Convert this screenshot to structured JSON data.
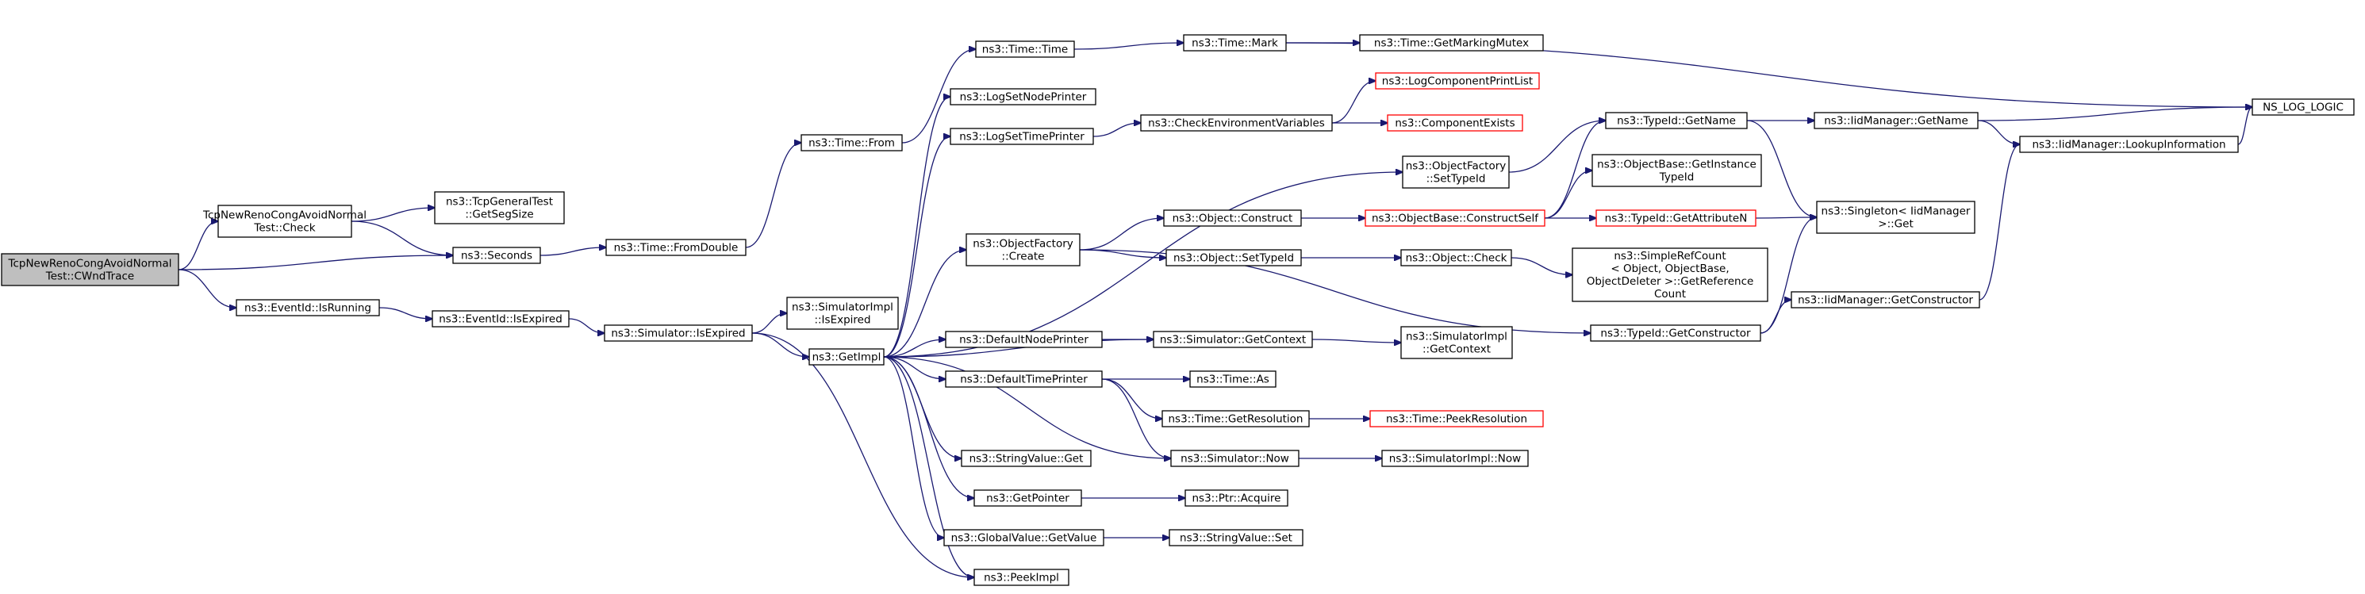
{
  "colors": {
    "edge": "#191970",
    "node_border": "#000000",
    "missing_doc_border": "#ff0000",
    "root_fill": "#bfbfbf"
  },
  "nodes": [
    {
      "id": "root",
      "lines": [
        "TcpNewRenoCongAvoidNormal",
        "Test::CWndTrace"
      ],
      "root": true
    },
    {
      "id": "check",
      "lines": [
        "TcpNewRenoCongAvoidNormal",
        "Test::Check"
      ]
    },
    {
      "id": "getsegsize",
      "lines": [
        "ns3::TcpGeneralTest",
        "::GetSegSize"
      ]
    },
    {
      "id": "seconds",
      "lines": [
        "ns3::Seconds"
      ]
    },
    {
      "id": "isrunning",
      "lines": [
        "ns3::EventId::IsRunning"
      ]
    },
    {
      "id": "fromdouble",
      "lines": [
        "ns3::Time::FromDouble"
      ]
    },
    {
      "id": "eventid_isexpired",
      "lines": [
        "ns3::EventId::IsExpired"
      ]
    },
    {
      "id": "time_from",
      "lines": [
        "ns3::Time::From"
      ]
    },
    {
      "id": "sim_isexpired",
      "lines": [
        "ns3::Simulator::IsExpired"
      ]
    },
    {
      "id": "simimpl_isexpired",
      "lines": [
        "ns3::SimulatorImpl",
        "::IsExpired"
      ]
    },
    {
      "id": "getimpl",
      "lines": [
        "ns3::GetImpl"
      ]
    },
    {
      "id": "time_time",
      "lines": [
        "ns3::Time::Time"
      ]
    },
    {
      "id": "logsetnodeprinter",
      "lines": [
        "ns3::LogSetNodePrinter"
      ]
    },
    {
      "id": "logsettimeprinter",
      "lines": [
        "ns3::LogSetTimePrinter"
      ]
    },
    {
      "id": "of_create",
      "lines": [
        "ns3::ObjectFactory",
        "::Create"
      ]
    },
    {
      "id": "defaultnodeprinter",
      "lines": [
        "ns3::DefaultNodePrinter"
      ]
    },
    {
      "id": "defaulttimeprinter",
      "lines": [
        "ns3::DefaultTimePrinter"
      ]
    },
    {
      "id": "stringvalue_get",
      "lines": [
        "ns3::StringValue::Get"
      ]
    },
    {
      "id": "getpointer",
      "lines": [
        "ns3::GetPointer"
      ]
    },
    {
      "id": "globalvalue_getvalue",
      "lines": [
        "ns3::GlobalValue::GetValue"
      ]
    },
    {
      "id": "peekimpl",
      "lines": [
        "ns3::PeekImpl"
      ]
    },
    {
      "id": "time_mark",
      "lines": [
        "ns3::Time::Mark"
      ]
    },
    {
      "id": "checkenv",
      "lines": [
        "ns3::CheckEnvironmentVariables"
      ]
    },
    {
      "id": "object_construct",
      "lines": [
        "ns3::Object::Construct"
      ]
    },
    {
      "id": "object_settypeid",
      "lines": [
        "ns3::Object::SetTypeId"
      ]
    },
    {
      "id": "sim_getcontext",
      "lines": [
        "ns3::Simulator::GetContext"
      ]
    },
    {
      "id": "time_as",
      "lines": [
        "ns3::Time::As"
      ]
    },
    {
      "id": "time_getresolution",
      "lines": [
        "ns3::Time::GetResolution"
      ]
    },
    {
      "id": "sim_now",
      "lines": [
        "ns3::Simulator::Now"
      ]
    },
    {
      "id": "ptr_acquire",
      "lines": [
        "ns3::Ptr::Acquire"
      ]
    },
    {
      "id": "stringvalue_set",
      "lines": [
        "ns3::StringValue::Set"
      ]
    },
    {
      "id": "getmarkingmutex",
      "lines": [
        "ns3::Time::GetMarkingMutex"
      ]
    },
    {
      "id": "logcomponentprintlist",
      "lines": [
        "ns3::LogComponentPrintList"
      ],
      "red": true
    },
    {
      "id": "componentexists",
      "lines": [
        "ns3::ComponentExists"
      ],
      "red": true
    },
    {
      "id": "of_settypeid",
      "lines": [
        "ns3::ObjectFactory",
        "::SetTypeId"
      ]
    },
    {
      "id": "constructself",
      "lines": [
        "ns3::ObjectBase::ConstructSelf"
      ],
      "red": true
    },
    {
      "id": "object_check",
      "lines": [
        "ns3::Object::Check"
      ]
    },
    {
      "id": "simimpl_getcontext",
      "lines": [
        "ns3::SimulatorImpl",
        "::GetContext"
      ]
    },
    {
      "id": "peekresolution",
      "lines": [
        "ns3::Time::PeekResolution"
      ],
      "red": true
    },
    {
      "id": "simimpl_now",
      "lines": [
        "ns3::SimulatorImpl::Now"
      ]
    },
    {
      "id": "typeid_getname",
      "lines": [
        "ns3::TypeId::GetName"
      ]
    },
    {
      "id": "getinstancetypeid",
      "lines": [
        "ns3::ObjectBase::GetInstance",
        "TypeId"
      ]
    },
    {
      "id": "getattributen",
      "lines": [
        "ns3::TypeId::GetAttributeN"
      ],
      "red": true
    },
    {
      "id": "simplerefcount",
      "lines": [
        "ns3::SimpleRefCount",
        "< Object, ObjectBase,",
        "ObjectDeleter >::GetReference",
        "Count"
      ]
    },
    {
      "id": "typeid_getconstructor",
      "lines": [
        "ns3::TypeId::GetConstructor"
      ]
    },
    {
      "id": "iid_getname",
      "lines": [
        "ns3::IidManager::GetName"
      ]
    },
    {
      "id": "singleton_get",
      "lines": [
        "ns3::Singleton< IidManager",
        ">::Get"
      ]
    },
    {
      "id": "iid_getconstructor",
      "lines": [
        "ns3::IidManager::GetConstructor"
      ]
    },
    {
      "id": "lookupinformation",
      "lines": [
        "ns3::IidManager::LookupInformation"
      ]
    },
    {
      "id": "ns_log_logic",
      "lines": [
        "NS_LOG_LOGIC"
      ]
    }
  ],
  "edges": [
    [
      "root",
      "check"
    ],
    [
      "root",
      "seconds"
    ],
    [
      "root",
      "isrunning"
    ],
    [
      "check",
      "getsegsize"
    ],
    [
      "check",
      "seconds"
    ],
    [
      "seconds",
      "fromdouble"
    ],
    [
      "fromdouble",
      "time_from"
    ],
    [
      "time_from",
      "time_time"
    ],
    [
      "time_time",
      "time_mark"
    ],
    [
      "time_mark",
      "getmarkingmutex"
    ],
    [
      "time_mark",
      "ns_log_logic"
    ],
    [
      "isrunning",
      "eventid_isexpired"
    ],
    [
      "eventid_isexpired",
      "sim_isexpired"
    ],
    [
      "sim_isexpired",
      "simimpl_isexpired"
    ],
    [
      "sim_isexpired",
      "getimpl"
    ],
    [
      "sim_isexpired",
      "peekimpl"
    ],
    [
      "getimpl",
      "logsetnodeprinter"
    ],
    [
      "getimpl",
      "logsettimeprinter"
    ],
    [
      "getimpl",
      "of_create"
    ],
    [
      "getimpl",
      "defaultnodeprinter"
    ],
    [
      "getimpl",
      "defaulttimeprinter"
    ],
    [
      "getimpl",
      "stringvalue_get"
    ],
    [
      "getimpl",
      "getpointer"
    ],
    [
      "getimpl",
      "globalvalue_getvalue"
    ],
    [
      "getimpl",
      "peekimpl"
    ],
    [
      "getimpl",
      "sim_getcontext"
    ],
    [
      "getimpl",
      "sim_now"
    ],
    [
      "getimpl",
      "of_settypeid"
    ],
    [
      "logsettimeprinter",
      "checkenv"
    ],
    [
      "checkenv",
      "logcomponentprintlist"
    ],
    [
      "checkenv",
      "componentexists"
    ],
    [
      "of_create",
      "object_construct"
    ],
    [
      "of_create",
      "object_settypeid"
    ],
    [
      "of_create",
      "typeid_getconstructor"
    ],
    [
      "object_construct",
      "constructself"
    ],
    [
      "object_settypeid",
      "object_check"
    ],
    [
      "object_check",
      "simplerefcount"
    ],
    [
      "constructself",
      "typeid_getname"
    ],
    [
      "constructself",
      "getinstancetypeid"
    ],
    [
      "constructself",
      "getattributen"
    ],
    [
      "of_settypeid",
      "typeid_getname"
    ],
    [
      "getattributen",
      "singleton_get"
    ],
    [
      "typeid_getname",
      "iid_getname"
    ],
    [
      "typeid_getname",
      "singleton_get"
    ],
    [
      "iid_getname",
      "ns_log_logic"
    ],
    [
      "iid_getname",
      "lookupinformation"
    ],
    [
      "lookupinformation",
      "ns_log_logic"
    ],
    [
      "typeid_getconstructor",
      "singleton_get"
    ],
    [
      "typeid_getconstructor",
      "iid_getconstructor"
    ],
    [
      "iid_getconstructor",
      "lookupinformation"
    ],
    [
      "defaultnodeprinter",
      "sim_getcontext"
    ],
    [
      "sim_getcontext",
      "simimpl_getcontext"
    ],
    [
      "defaulttimeprinter",
      "time_as"
    ],
    [
      "defaulttimeprinter",
      "time_getresolution"
    ],
    [
      "defaulttimeprinter",
      "sim_now"
    ],
    [
      "time_getresolution",
      "peekresolution"
    ],
    [
      "sim_now",
      "simimpl_now"
    ],
    [
      "getpointer",
      "ptr_acquire"
    ],
    [
      "globalvalue_getvalue",
      "stringvalue_set"
    ]
  ]
}
